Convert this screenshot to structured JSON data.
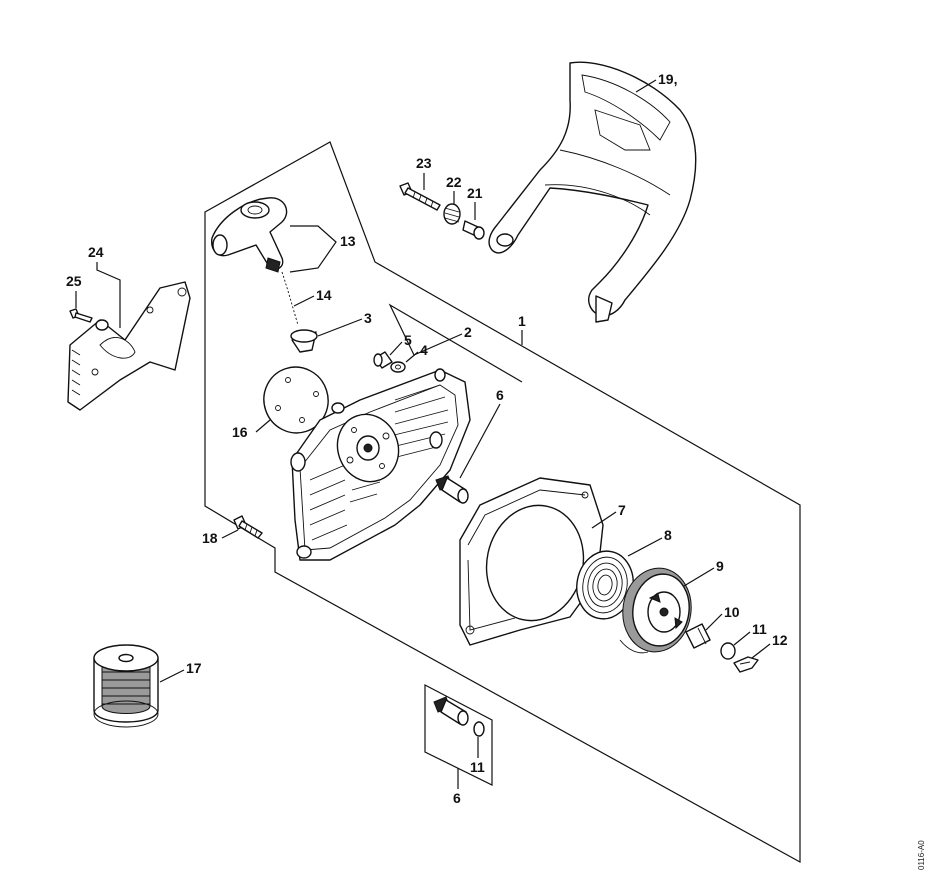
{
  "diagram": {
    "title": "Exploded parts diagram – rewind starter, chain brake hand guard and sprocket cover",
    "callouts": {
      "c1": "1",
      "c2": "2",
      "c3": "3",
      "c4": "4",
      "c5": "5",
      "c6a": "6",
      "c6b": "6",
      "c7": "7",
      "c8": "8",
      "c9": "9",
      "c10": "10",
      "c11a": "11",
      "c11b": "11",
      "c12": "12",
      "c13": "13",
      "c14": "14",
      "c16": "16",
      "c17": "17",
      "c18": "18",
      "c19": "19,",
      "c21": "21",
      "c22": "22",
      "c23": "23",
      "c24": "24",
      "c25": "25"
    },
    "reference_code": "0116-A0"
  }
}
